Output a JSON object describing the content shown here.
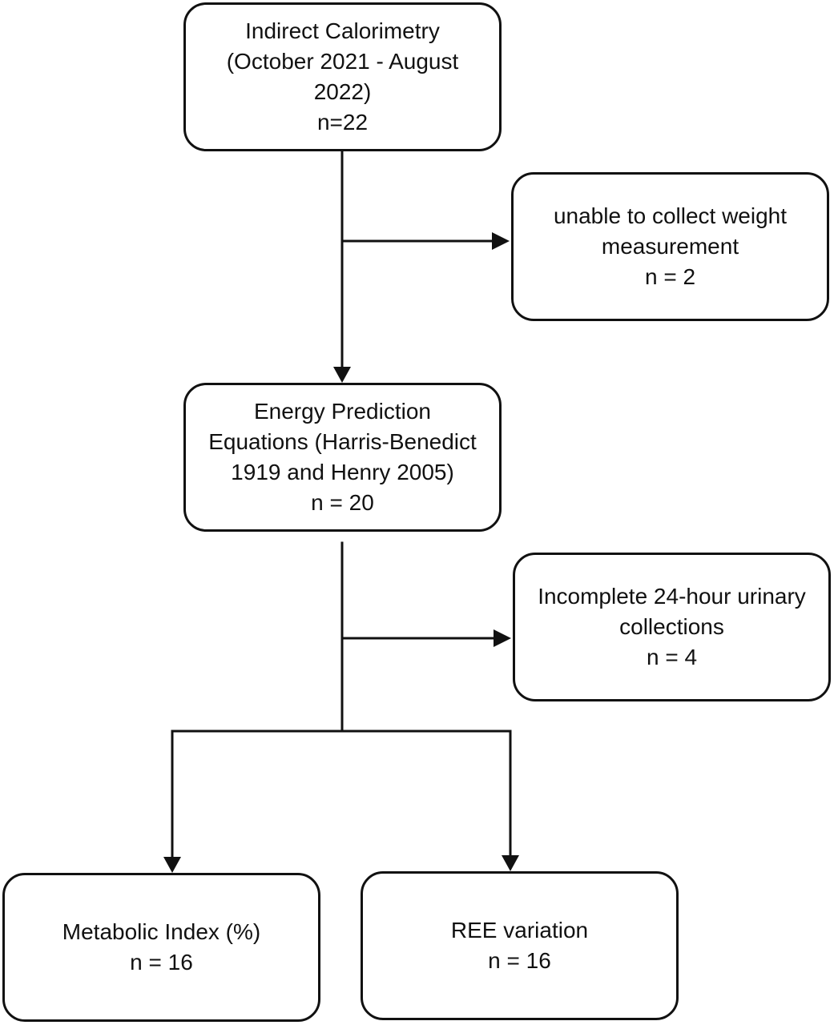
{
  "diagram": {
    "nodes": {
      "indirect_calorimetry": {
        "lines": [
          "Indirect Calorimetry",
          "(October 2021 - August",
          "2022)",
          "n=22"
        ]
      },
      "weight_exclusion": {
        "lines": [
          "unable to collect weight",
          "measurement",
          "n = 2"
        ]
      },
      "energy_prediction": {
        "lines": [
          "Energy Prediction",
          "Equations (Harris-Benedict",
          "1919 and Henry 2005)",
          "n = 20"
        ]
      },
      "urinary_exclusion": {
        "lines": [
          "Incomplete 24-hour urinary",
          "collections",
          "n = 4"
        ]
      },
      "metabolic_index": {
        "lines": [
          "Metabolic Index (%)",
          "n = 16"
        ]
      },
      "ree_variation": {
        "lines": [
          "REE variation",
          "n = 16"
        ]
      }
    },
    "edges": [
      {
        "from": "indirect_calorimetry",
        "to": "energy_prediction"
      },
      {
        "from": "indirect_calorimetry",
        "to": "weight_exclusion"
      },
      {
        "from": "energy_prediction",
        "to": "urinary_exclusion"
      },
      {
        "from": "energy_prediction",
        "to": "metabolic_index"
      },
      {
        "from": "energy_prediction",
        "to": "ree_variation"
      }
    ]
  }
}
